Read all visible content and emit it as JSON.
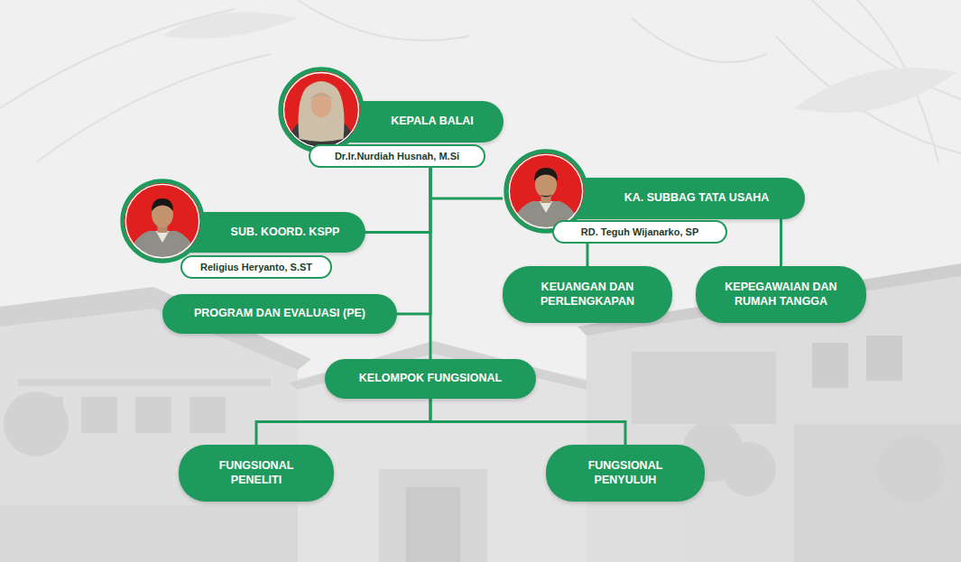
{
  "diagram": {
    "nodes": [
      {
        "text": [
          "KEPALA BALAI",
          "Dr.Ir.Nurdiah Husnah, M.Si"
        ]
      },
      {
        "text": [
          "KA. SUBBAG TATA USAHA",
          "RD. Teguh Wijanarko, SP"
        ]
      },
      {
        "text": [
          "SUB. KOORD. KSPP",
          "Religius Heryanto, S.ST"
        ]
      },
      {
        "text": [
          "KEUANGAN DAN PERLENGKAPAN"
        ]
      },
      {
        "text": [
          "KEPEGAWAIAN DAN RUMAH TANGGA"
        ]
      },
      {
        "text": [
          "PROGRAM DAN EVALUASI (PE)"
        ]
      },
      {
        "text": [
          "KELOMPOK FUNGSIONAL"
        ]
      },
      {
        "text": [
          "FUNGSIONAL PENELITI"
        ]
      },
      {
        "text": [
          "FUNGSIONAL PENYULUH"
        ]
      }
    ],
    "edges": [
      {
        "from": 0,
        "to": 1,
        "arrow": "none"
      },
      {
        "from": 0,
        "to": 2,
        "arrow": "none"
      },
      {
        "from": 0,
        "to": 5,
        "arrow": "none"
      },
      {
        "from": 0,
        "to": 6,
        "arrow": "none"
      },
      {
        "from": 1,
        "to": 3,
        "arrow": "none"
      },
      {
        "from": 1,
        "to": 4,
        "arrow": "none"
      },
      {
        "from": 6,
        "to": 7,
        "arrow": "none"
      },
      {
        "from": 6,
        "to": 8,
        "arrow": "none"
      }
    ]
  }
}
